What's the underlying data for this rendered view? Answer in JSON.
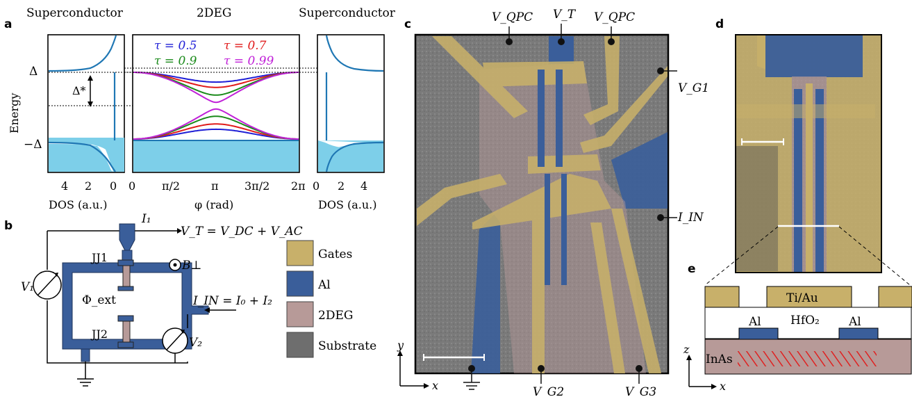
{
  "panel_letters": {
    "a": "a",
    "b": "b",
    "c": "c",
    "d": "d",
    "e": "e"
  },
  "panel_a": {
    "left_title": "Superconductor",
    "mid_title": "2DEG",
    "right_title": "Superconductor",
    "ylabel": "Energy",
    "y_ticks": [
      "Δ",
      "−Δ"
    ],
    "delta_star_label": "Δ*",
    "left_xticks": [
      "4",
      "2",
      "0"
    ],
    "left_xlabel": "DOS (a.u.)",
    "mid_xticks": [
      "0",
      "π/2",
      "π",
      "3π/2",
      "2π"
    ],
    "mid_xlabel": "φ (rad)",
    "right_xticks": [
      "0",
      "2",
      "4"
    ],
    "right_xlabel": "DOS (a.u.)",
    "legend": [
      {
        "label": "τ = 0.5",
        "color": "#1f1fd6"
      },
      {
        "label": "τ = 0.7",
        "color": "#e01b1b"
      },
      {
        "label": "τ = 0.9",
        "color": "#1a8a1a"
      },
      {
        "label": "τ = 0.99",
        "color": "#c020d8"
      }
    ],
    "dos_color": "#1f77b4",
    "fill_color": "#7dcfe9"
  },
  "chart_data": {
    "type": "line",
    "xlabel": "φ (rad)",
    "ylabel": "Energy",
    "x_ticks": [
      "0",
      "π/2",
      "π",
      "3π/2",
      "2π"
    ],
    "y_ticks": [
      "Δ",
      "−Δ"
    ],
    "series": [
      {
        "name": "τ = 0.5",
        "tau": 0.5
      },
      {
        "name": "τ = 0.7",
        "tau": 0.7
      },
      {
        "name": "τ = 0.9",
        "tau": 0.9
      },
      {
        "name": "τ = 0.99",
        "tau": 0.99
      }
    ]
  },
  "panel_b": {
    "i1": "I₁",
    "vt_eq": "V_T = V_DC + V_AC",
    "jj1": "JJ1",
    "jj2": "JJ2",
    "bperp": "B⊥",
    "v1": "V₁",
    "v2": "V₂",
    "phi": "Φ_ext",
    "iin_eq": "I_IN = I₀ + I₂"
  },
  "legend_b": [
    {
      "label": "Gates",
      "color": "#c8b06a"
    },
    {
      "label": "Al",
      "color": "#3a5e9a"
    },
    {
      "label": "2DEG",
      "color": "#b79a98"
    },
    {
      "label": "Substrate",
      "color": "#6e6e6e"
    }
  ],
  "panel_c": {
    "vqpc_left": "V_QPC",
    "vt": "V_T",
    "vqpc_right": "V_QPC",
    "vg1": "V_G1",
    "iin": "I_IN",
    "vg2": "V_G2",
    "vg3": "V_G3",
    "ax_y": "y",
    "ax_x": "x"
  },
  "panel_e": {
    "tiau": "Ti/Au",
    "al_left": "Al",
    "hfo2": "HfO₂",
    "al_right": "Al",
    "inas": "InAs",
    "ax_z": "z",
    "ax_x": "x"
  }
}
